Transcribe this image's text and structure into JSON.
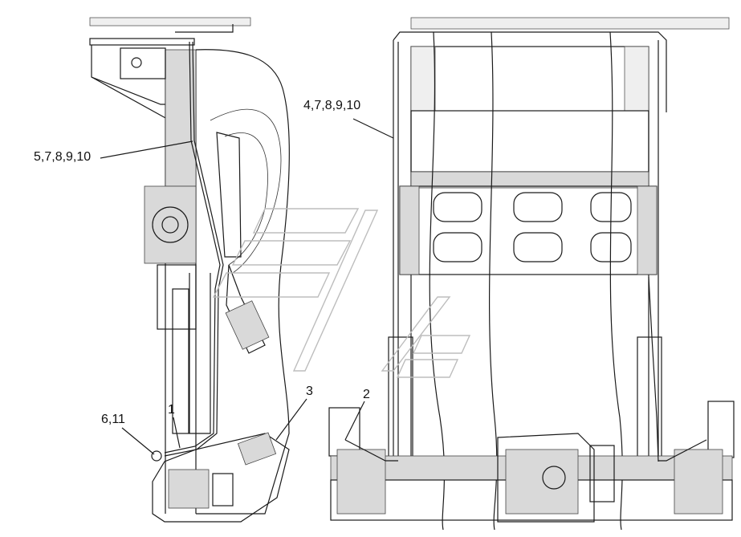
{
  "callouts": [
    {
      "id": "c1",
      "label": "1"
    },
    {
      "id": "c2",
      "label": "2"
    },
    {
      "id": "c3",
      "label": "3"
    },
    {
      "id": "c4",
      "label": "4,7,8,9,10"
    },
    {
      "id": "c5",
      "label": "5,7,8,9,10"
    },
    {
      "id": "c6",
      "label": "6,11"
    }
  ]
}
